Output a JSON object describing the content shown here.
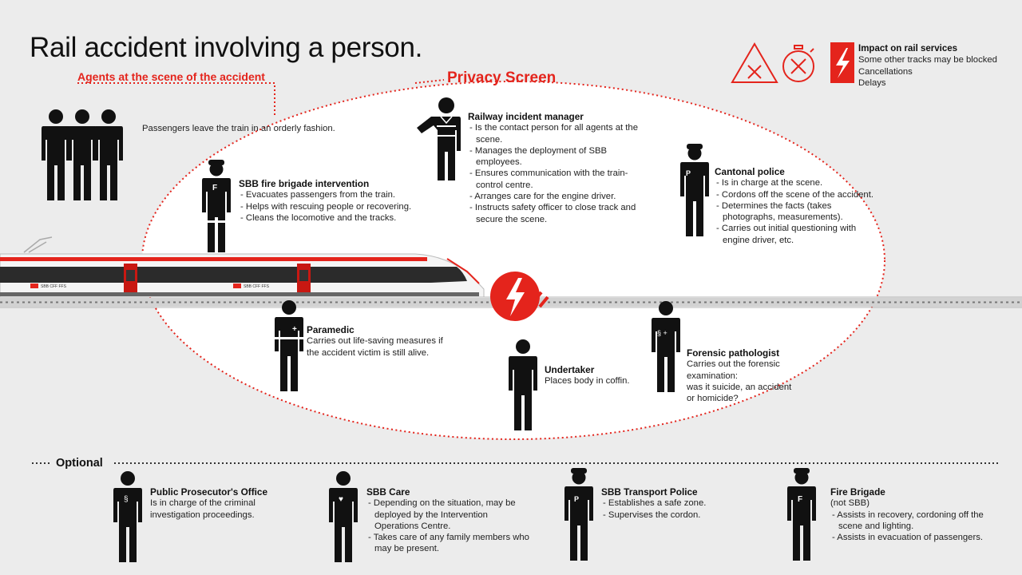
{
  "title": "Rail accident involving a person.",
  "agents_heading": "Agents at the scene of the accident",
  "privacy_screen": "Privacy Screen",
  "impact": {
    "title": "Impact on rail services",
    "lines": [
      "Some other tracks may be blocked",
      "Cancellations",
      "Delays"
    ]
  },
  "train_logo_text": "SBB CFF FFS",
  "passengers": {
    "lines": [
      "Passengers leave",
      "the train in an",
      "orderly fashion."
    ]
  },
  "fire_brigade_sbb": {
    "badge": "F",
    "title": "SBB fire brigade intervention",
    "items": [
      "Evacuates passengers from the train.",
      "Helps with rescuing people or recovering.",
      "Cleans the locomotive and the tracks."
    ]
  },
  "incident_manager": {
    "title": "Railway incident manager",
    "items": [
      "Is the contact person for all agents at the scene.",
      "Manages the deployment of SBB employees.",
      "Ensures communication with the train-control centre.",
      "Arranges care for the engine driver.",
      "Instructs safety officer to close track and secure the scene."
    ]
  },
  "cantonal_police": {
    "badge": "P",
    "title": "Cantonal police",
    "items": [
      "Is in charge at the scene.",
      "Cordons off the scene of the accident.",
      "Determines the facts (takes photographs, measurements).",
      "Carries out initial questioning with engine driver, etc."
    ]
  },
  "paramedic": {
    "badge": "+",
    "title": "Paramedic",
    "lines": [
      "Carries out life-saving measures if",
      "the accident victim is still alive."
    ]
  },
  "undertaker": {
    "title": "Undertaker",
    "lines": [
      "Places body in coffin."
    ]
  },
  "forensic": {
    "badge": "§ +",
    "title": "Forensic pathologist",
    "lines": [
      "Carries out the forensic",
      "examination:",
      "was it suicide, an accident",
      "or homicide?"
    ]
  },
  "optional_label": "Optional",
  "prosecutor": {
    "badge": "§",
    "title": "Public Prosecutor's Office",
    "lines": [
      "Is in charge of the criminal",
      "investigation proceedings."
    ]
  },
  "sbb_care": {
    "badge": "♥",
    "title": "SBB Care",
    "items": [
      "Depending on the situation, may be deployed by the Intervention Operations Centre.",
      "Takes care of any family members who may be present."
    ]
  },
  "transport_police": {
    "badge": "P",
    "title": "SBB Transport Police",
    "items": [
      "Establishes a safe zone.",
      "Supervises the cordon."
    ]
  },
  "fire_brigade": {
    "badge": "F",
    "title": "Fire Brigade",
    "subtitle": "(not SBB)",
    "items": [
      "Assists in recovery, cordoning off the scene and lighting.",
      "Assists in evacuation of passengers."
    ]
  },
  "colors": {
    "accent": "#e4241c",
    "figure": "#111111",
    "background": "#ececec"
  }
}
